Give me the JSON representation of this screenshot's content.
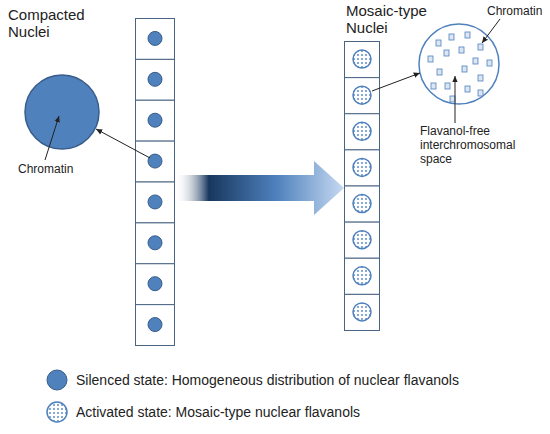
{
  "diagram": {
    "nodes": [
      {
        "text": [
          "Compacted Nuclei"
        ]
      },
      {
        "text": [
          "Mosaic-type Nuclei"
        ]
      }
    ],
    "edges": [
      {
        "from": 0,
        "to": 1,
        "arrow": "to"
      }
    ],
    "labels": [
      "Chromatin",
      "Chromatin",
      "Flavanol-free interchromosomal space"
    ],
    "legend": [
      {
        "text": "Silenced state: Homogeneous distribution of nuclear flavanols",
        "color": "#4f81bd"
      },
      {
        "text": "Activated state: Mosaic-type nuclear flavanols"
      }
    ]
  }
}
